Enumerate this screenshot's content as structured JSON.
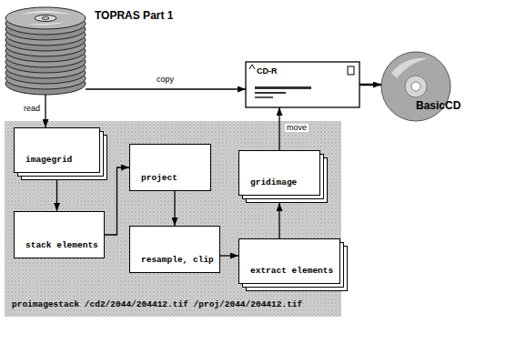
{
  "diagram": {
    "nodes": [
      {
        "text": [
          "TOPRAS Part 1"
        ]
      },
      {
        "text": [
          "CD-R"
        ]
      },
      {
        "text": [
          "BasicCD"
        ]
      },
      {
        "text": [
          "proimagestack /cd2/2044/204412.tif /proj/2044/204412.tif"
        ]
      },
      {
        "text": [
          "imagegrid"
        ],
        "in": 3
      },
      {
        "text": [
          "project"
        ],
        "in": 3
      },
      {
        "text": [
          "gridimage"
        ],
        "in": 3
      },
      {
        "text": [
          "stack elements"
        ],
        "in": 3
      },
      {
        "text": [
          "resample, clip"
        ],
        "in": 3
      },
      {
        "text": [
          "extract elements"
        ],
        "in": 3
      }
    ],
    "edges": [
      {
        "from": 0,
        "to": 4,
        "label": "read",
        "arrow": "to"
      },
      {
        "from": 0,
        "to": 1,
        "label": "copy",
        "arrow": "to"
      },
      {
        "from": 1,
        "to": 2,
        "arrow": "to"
      },
      {
        "from": 4,
        "to": 7,
        "arrow": "to"
      },
      {
        "from": 7,
        "to": 5,
        "arrow": "to"
      },
      {
        "from": 5,
        "to": 8,
        "arrow": "to"
      },
      {
        "from": 8,
        "to": 9,
        "arrow": "to"
      },
      {
        "from": 9,
        "to": 6,
        "arrow": "to"
      },
      {
        "from": 6,
        "to": 1,
        "label": "move",
        "arrow": "to"
      }
    ]
  }
}
